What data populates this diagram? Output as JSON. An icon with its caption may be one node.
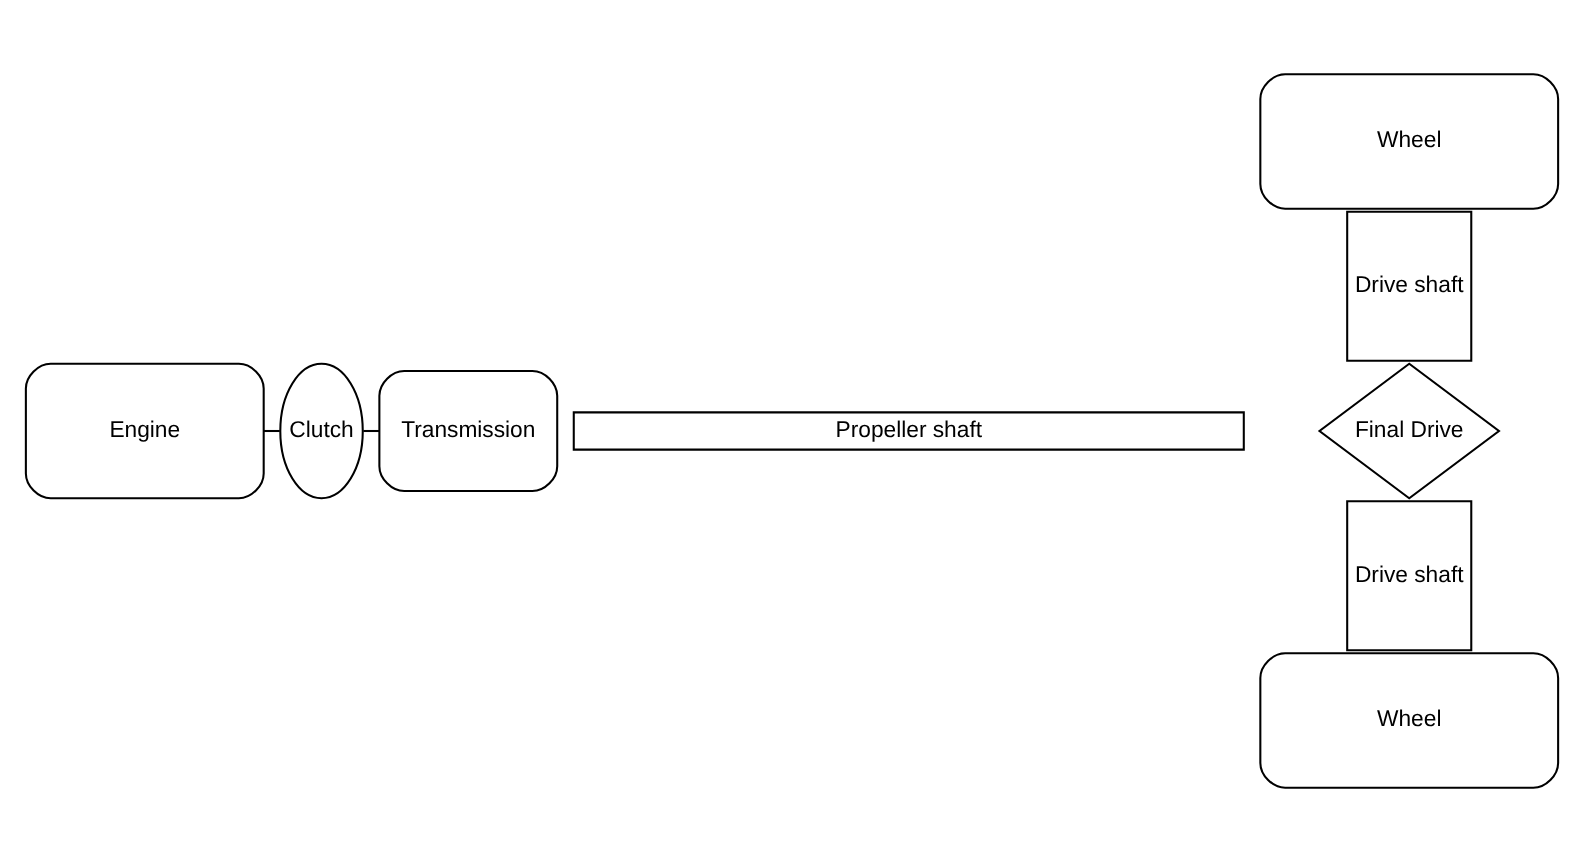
{
  "diagram": {
    "nodes": [
      {
        "text": [
          "Engine"
        ]
      },
      {
        "text": [
          "Clutch"
        ]
      },
      {
        "text": [
          "Transmission"
        ]
      },
      {
        "text": [
          "Propeller shaft"
        ]
      },
      {
        "text": [
          "Wheel"
        ]
      },
      {
        "text": [
          "Drive shaft"
        ]
      },
      {
        "text": [
          "Final Drive"
        ]
      },
      {
        "text": [
          "Drive shaft"
        ]
      },
      {
        "text": [
          "Wheel"
        ]
      }
    ],
    "edges": [
      {
        "from": 0,
        "to": 1,
        "arrow": "none"
      },
      {
        "from": 1,
        "to": 2,
        "arrow": "none"
      }
    ]
  }
}
